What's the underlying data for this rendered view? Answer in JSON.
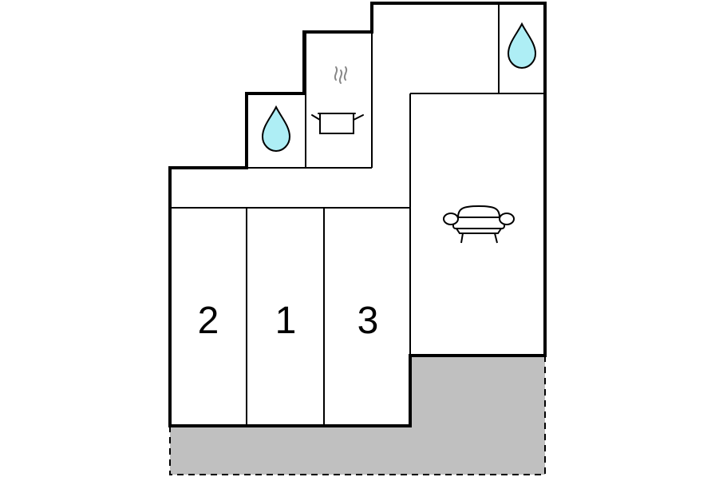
{
  "floorplan": {
    "rooms": [
      {
        "id": "bedroom-left",
        "label": "2"
      },
      {
        "id": "bedroom-middle",
        "label": "1"
      },
      {
        "id": "bedroom-right",
        "label": "3"
      }
    ],
    "icons": {
      "bathroom_left": "water-drop-icon",
      "bathroom_right": "water-drop-icon",
      "kitchen": "cooking-pot-icon",
      "living_room": "sofa-icon"
    },
    "colors": {
      "wall": "#000000",
      "water": "#aeeef5",
      "terrace": "#c0c0c0"
    }
  }
}
